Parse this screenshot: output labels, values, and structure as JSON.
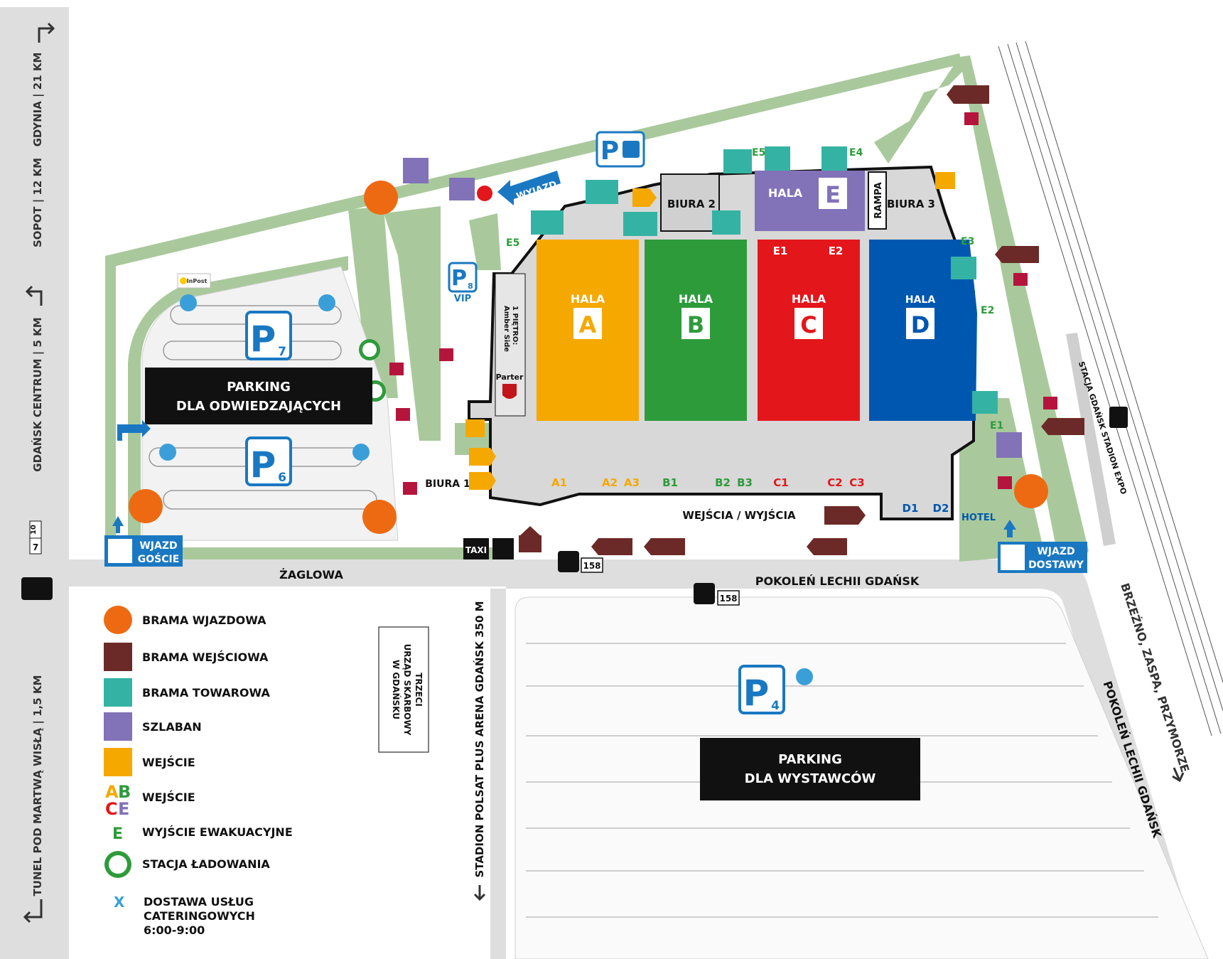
{
  "roads": {
    "left_top": "GDYNIA | 21 KM",
    "left_mid1": "SOPOT | 12 KM",
    "left_mid2": "GDAŃSK CENTRUM | 5 KM",
    "left_bottom": "TUNEL POD MARTWĄ WISŁĄ | 1,5 KM",
    "zaglowa": "ŻAGLOWA",
    "pokolen_h": "POKOLEŃ LECHII GDAŃSK",
    "pokolen_v": "POKOLEŃ LECHII GDAŃSK",
    "stadion": "STADION POLSAT PLUS ARENA GDAŃSK 350 M",
    "brzezno": "BRZEŹNO, ZASPA, PRZYMORZE",
    "stacja": "STACJA GDAŃSK STADION EXPO",
    "tram_7": "7",
    "tram_10": "10"
  },
  "halls": {
    "hala_word": "HALA",
    "a": "A",
    "b": "B",
    "c": "C",
    "d": "D",
    "e": "E",
    "biura1": "BIURA 1",
    "biura2": "BIURA 2",
    "biura3": "BIURA 3",
    "rampa": "RAMPA",
    "pietro": "1 PIĘTRO:",
    "amber": "Amber Side",
    "parter": "Parter"
  },
  "entries": {
    "a1": "A1",
    "a2": "A2",
    "a3": "A3",
    "b1": "B1",
    "b2": "B2",
    "b3": "B3",
    "c1": "C1",
    "c2": "C2",
    "c3": "C3",
    "d1": "D1",
    "d2": "D2",
    "e1": "E1",
    "e2": "E2",
    "wejscia": "WEJŚCIA / WYJŚCIA",
    "hotel": "HOTEL"
  },
  "exits": {
    "e1": "E1",
    "e2": "E2",
    "e3": "E3",
    "e4": "E4",
    "e5a": "E5",
    "e5b": "E5"
  },
  "parking": {
    "p7_letter": "P",
    "p7_num": "7",
    "p6_letter": "P",
    "p6_num": "6",
    "p4_letter": "P",
    "p4_num": "4",
    "p8_letter": "P",
    "p8_num": "8",
    "vip": "VIP",
    "odw_line1": "PARKING",
    "odw_line2": "DLA ODWIEDZAJĄCYCH",
    "wys_line1": "PARKING",
    "wys_line2": "DLA WYSTAWCÓW",
    "p_top": "P",
    "inpost": "InPost"
  },
  "gates": {
    "wyjazd": "WYJAZD",
    "wjazd_goscie_1": "WJAZD",
    "wjazd_goscie_2": "GOŚCIE",
    "wjazd_dostawy_1": "WJAZD",
    "wjazd_dostawy_2": "DOSTAWY",
    "taxi": "TAXI",
    "bus_158a": "158",
    "bus_158b": "158"
  },
  "office": {
    "line1": "TRZECI",
    "line2": "URZĄD SKARBOWY",
    "line3": "W GDAŃSKU"
  },
  "legend": {
    "brama_wjazdowa": "BRAMA WJAZDOWA",
    "brama_wejsciowa": "BRAMA WEJŚCIOWA",
    "brama_towarowa": "BRAMA TOWAROWA",
    "szlaban": "SZLABAN",
    "wejscie1": "WEJŚCIE",
    "wejscie2": "WEJŚCIE",
    "wyjscie_ewak": "WYJŚCIE EWAKUACYJNE",
    "stacja_ladowania": "STACJA ŁADOWANIA",
    "dostawa_1": "DOSTAWA USŁUG",
    "dostawa_2": "CATERINGOWYCH",
    "dostawa_3": "6:00-9:00",
    "abc_a": "A",
    "abc_b": "B",
    "abc_c": "C",
    "abc_e": "E",
    "e_symbol": "E",
    "x_symbol": "X"
  },
  "colors": {
    "hall_a": "#f5a800",
    "hall_b": "#2e9b3b",
    "hall_c": "#e3161b",
    "hall_d": "#0057b0",
    "hall_e": "#8272b8",
    "brama_wjazdowa": "#ee6a12",
    "brama_wejsciowa": "#6b2a27",
    "brama_towarowa": "#34b3a4",
    "szlaban": "#8272b8",
    "wejscie": "#f5a800",
    "green_area": "#a9c99c",
    "road": "#dedede",
    "blue": "#1a78c2"
  }
}
